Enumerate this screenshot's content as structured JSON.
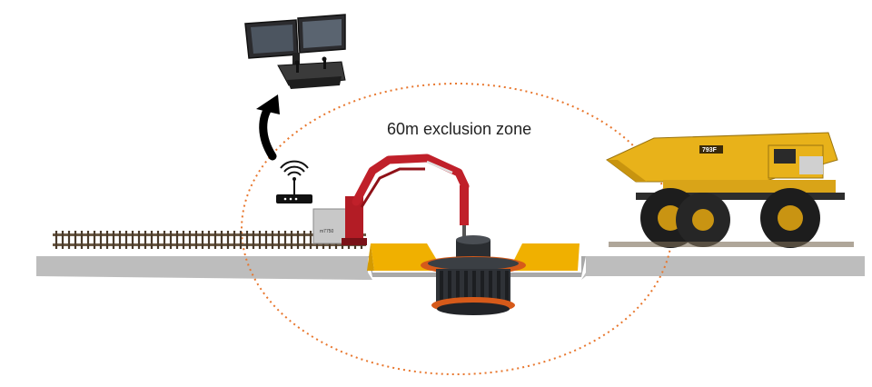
{
  "zone": {
    "label": "60m exclusion zone",
    "boundary_color": "#e8772e"
  },
  "equipment": {
    "unit_plate": "m7750",
    "truck_badge": "793F"
  },
  "colors": {
    "ground": "#bdbdbd",
    "boom": "#c0202a",
    "truck": "#e8b21a",
    "hopper": "#f0b000",
    "crusher": "#2a2d31",
    "arrow": "#000000"
  },
  "icons": [
    "monitor-console-icon",
    "remote-link-arrow-icon",
    "wifi-router-icon"
  ]
}
